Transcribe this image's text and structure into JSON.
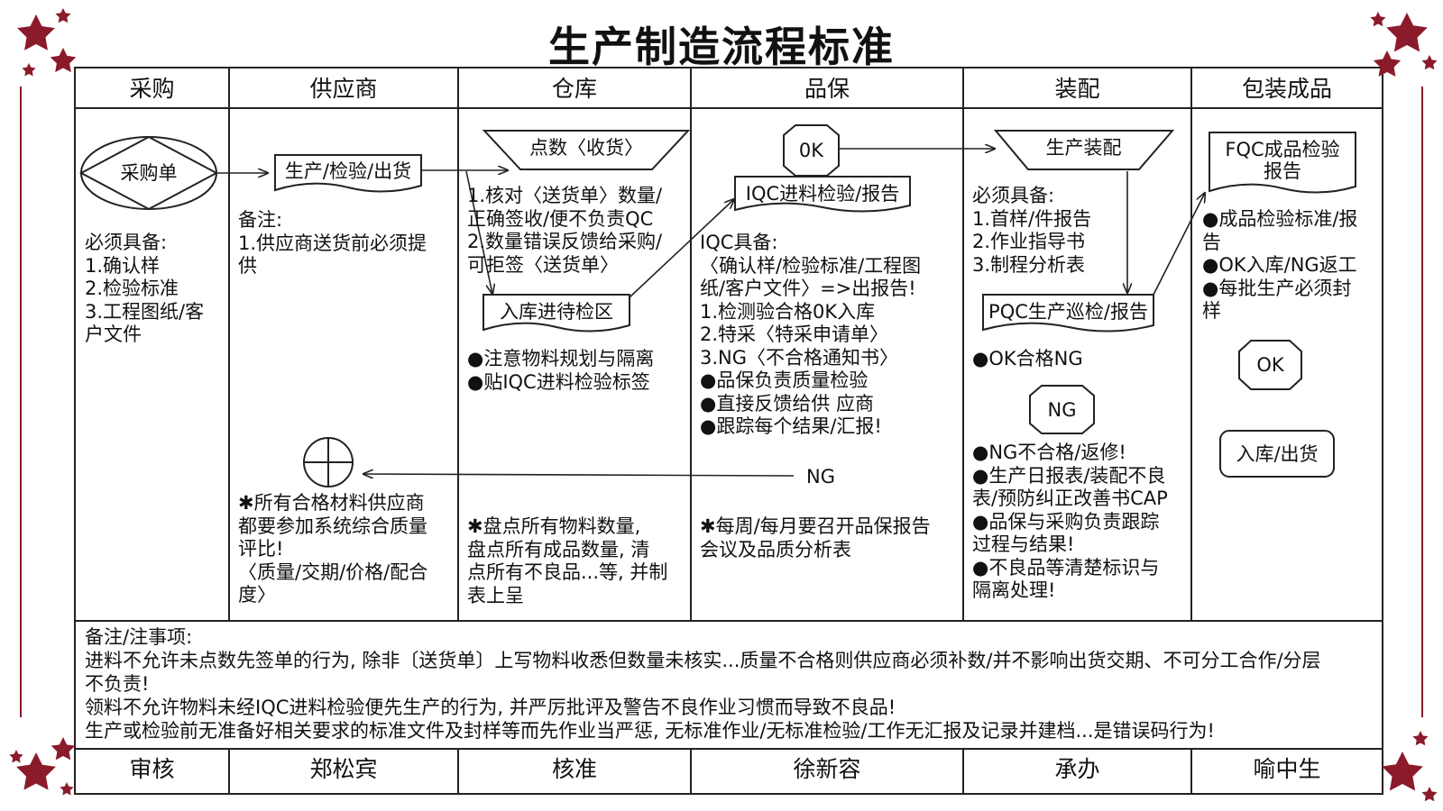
{
  "title": "生产制造流程标准",
  "colors": {
    "star": "#8b1a2b",
    "line": "#222222"
  },
  "headers": [
    "采购",
    "供应商",
    "仓库",
    "品保",
    "装配",
    "包装成品"
  ],
  "purchase": {
    "order": "采购单",
    "notes": "必须具备:\n1.确认样\n2.检验标准\n3.工程图纸/客\n户文件"
  },
  "supplier": {
    "box": "生产/检验/出货",
    "note": "备注:\n1.供应商送货前必须提\n供",
    "eval": "✱所有合格材料供应商\n都要参加系统综合质量\n评比!\n〈质量/交期/价格/配合\n度〉"
  },
  "warehouse": {
    "receive": "点数〈收货〉",
    "steps": "1.核对〈送货单〉数量/\n正确签收/便不负责QC\n2.数量错误反馈给采购/\n可拒签〈送货单〉",
    "pending": "入库进待检区",
    "bullets": "●注意物料规划与隔离\n●贴IQC进料检验标签",
    "inventory": "✱盘点所有物料数量,\n盘点所有成品数量, 清\n点所有不良品...等, 并制\n表上呈"
  },
  "qa": {
    "ok": "0K",
    "iqc": "IQC进料检验/报告",
    "details": "IQC具备:\n〈确认样/检验标准/工程图\n纸/客户文件〉=>出报告!\n1.检测验合格0K入库\n2.特采〈特采申请单〉\n3.NG〈不合格通知书〉\n●品保负责质量检验\n●直接反馈给供 应商\n●跟踪每个结果/汇报!",
    "ng": "NG",
    "meeting": "✱每周/每月要召开品保报告\n会议及品质分析表"
  },
  "assembly": {
    "production": "生产装配",
    "required": "必须具备:\n1.首样/件报告\n2.作业指导书\n3.制程分析表",
    "pqc": "PQC生产巡检/报告",
    "okng": "●OK合格NG",
    "ng": "NG",
    "bullets": "●NG不合格/返修!\n●生产日报表/装配不良\n表/预防纠正改善书CAP\n●品保与采购负责跟踪\n过程与结果!\n●不良品等清楚标识与\n隔离处理!"
  },
  "packing": {
    "fqc": "FQC成品检验\n报告",
    "bullets": "●成品检验标准/报\n告\n●OK入库/NG返工\n●每批生产必须封\n样",
    "ok": "OK",
    "ship": "入库/出货"
  },
  "notes": "备注/注事项:\n进料不允许未点数先签单的行为, 除非〔送货单〕上写物料收悉但数量未核实...质量不合格则供应商必须补数/并不影响出货交期、不可分工合作/分层\n不负责!\n领料不允许物料未经IQC进料检验便先生产的行为, 并严厉批评及警告不良作业习惯而导致不良品!\n生产或检验前无准备好相关要求的标准文件及封样等而先作业当严惩, 无标准作业/无标准检验/工作无汇报及记录并建档...是错误码行为!",
  "footer": [
    "审核",
    "郑松宾",
    "核准",
    "徐新容",
    "承办",
    "喻中生"
  ]
}
